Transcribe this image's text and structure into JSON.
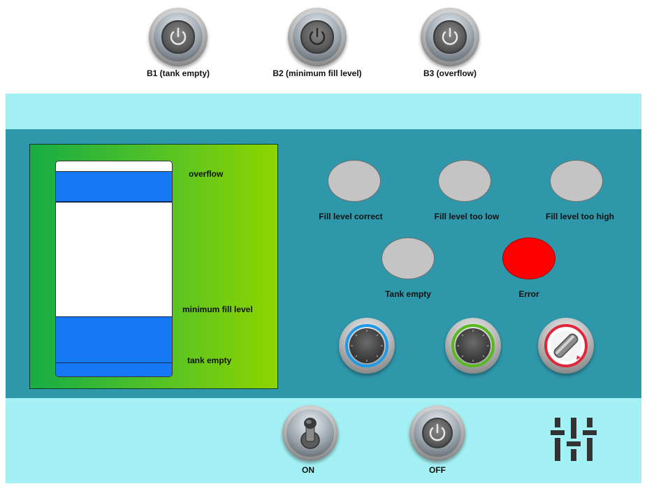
{
  "sensors": [
    {
      "label": "B1 (tank empty)",
      "icon": "power-icon"
    },
    {
      "label": "B2 (minimum fill level)",
      "icon": "power-icon"
    },
    {
      "label": "B3 (overflow)",
      "icon": "power-icon"
    }
  ],
  "tank": {
    "labels": {
      "overflow": "overflow",
      "minimum": "minimum fill level",
      "empty": "tank empty"
    },
    "fill_color": "#1479f2"
  },
  "lamps": [
    {
      "label": "Fill level correct",
      "state": "off",
      "color": "#c4c4c4"
    },
    {
      "label": "Fill level too low",
      "state": "off",
      "color": "#c4c4c4"
    },
    {
      "label": "Fill level too high",
      "state": "off",
      "color": "#c4c4c4"
    },
    {
      "label": "Tank empty",
      "state": "off",
      "color": "#c4c4c4"
    },
    {
      "label": "Error",
      "state": "on",
      "color": "#ff0000"
    }
  ],
  "knobs": [
    {
      "ring_color": "#1e9be8"
    },
    {
      "ring_color": "#58b81e"
    },
    {
      "ring_color": "#e0263a"
    }
  ],
  "controls": {
    "on_label": "ON",
    "off_label": "OFF",
    "on_icon": "toggle-switch-icon",
    "off_icon": "power-icon",
    "settings_icon": "sliders-icon"
  },
  "colors": {
    "light_band": "#a3f1f5",
    "main_band": "#2f97aa",
    "panel_gradient_start": "#17ad44",
    "panel_gradient_end": "#8fd400"
  }
}
